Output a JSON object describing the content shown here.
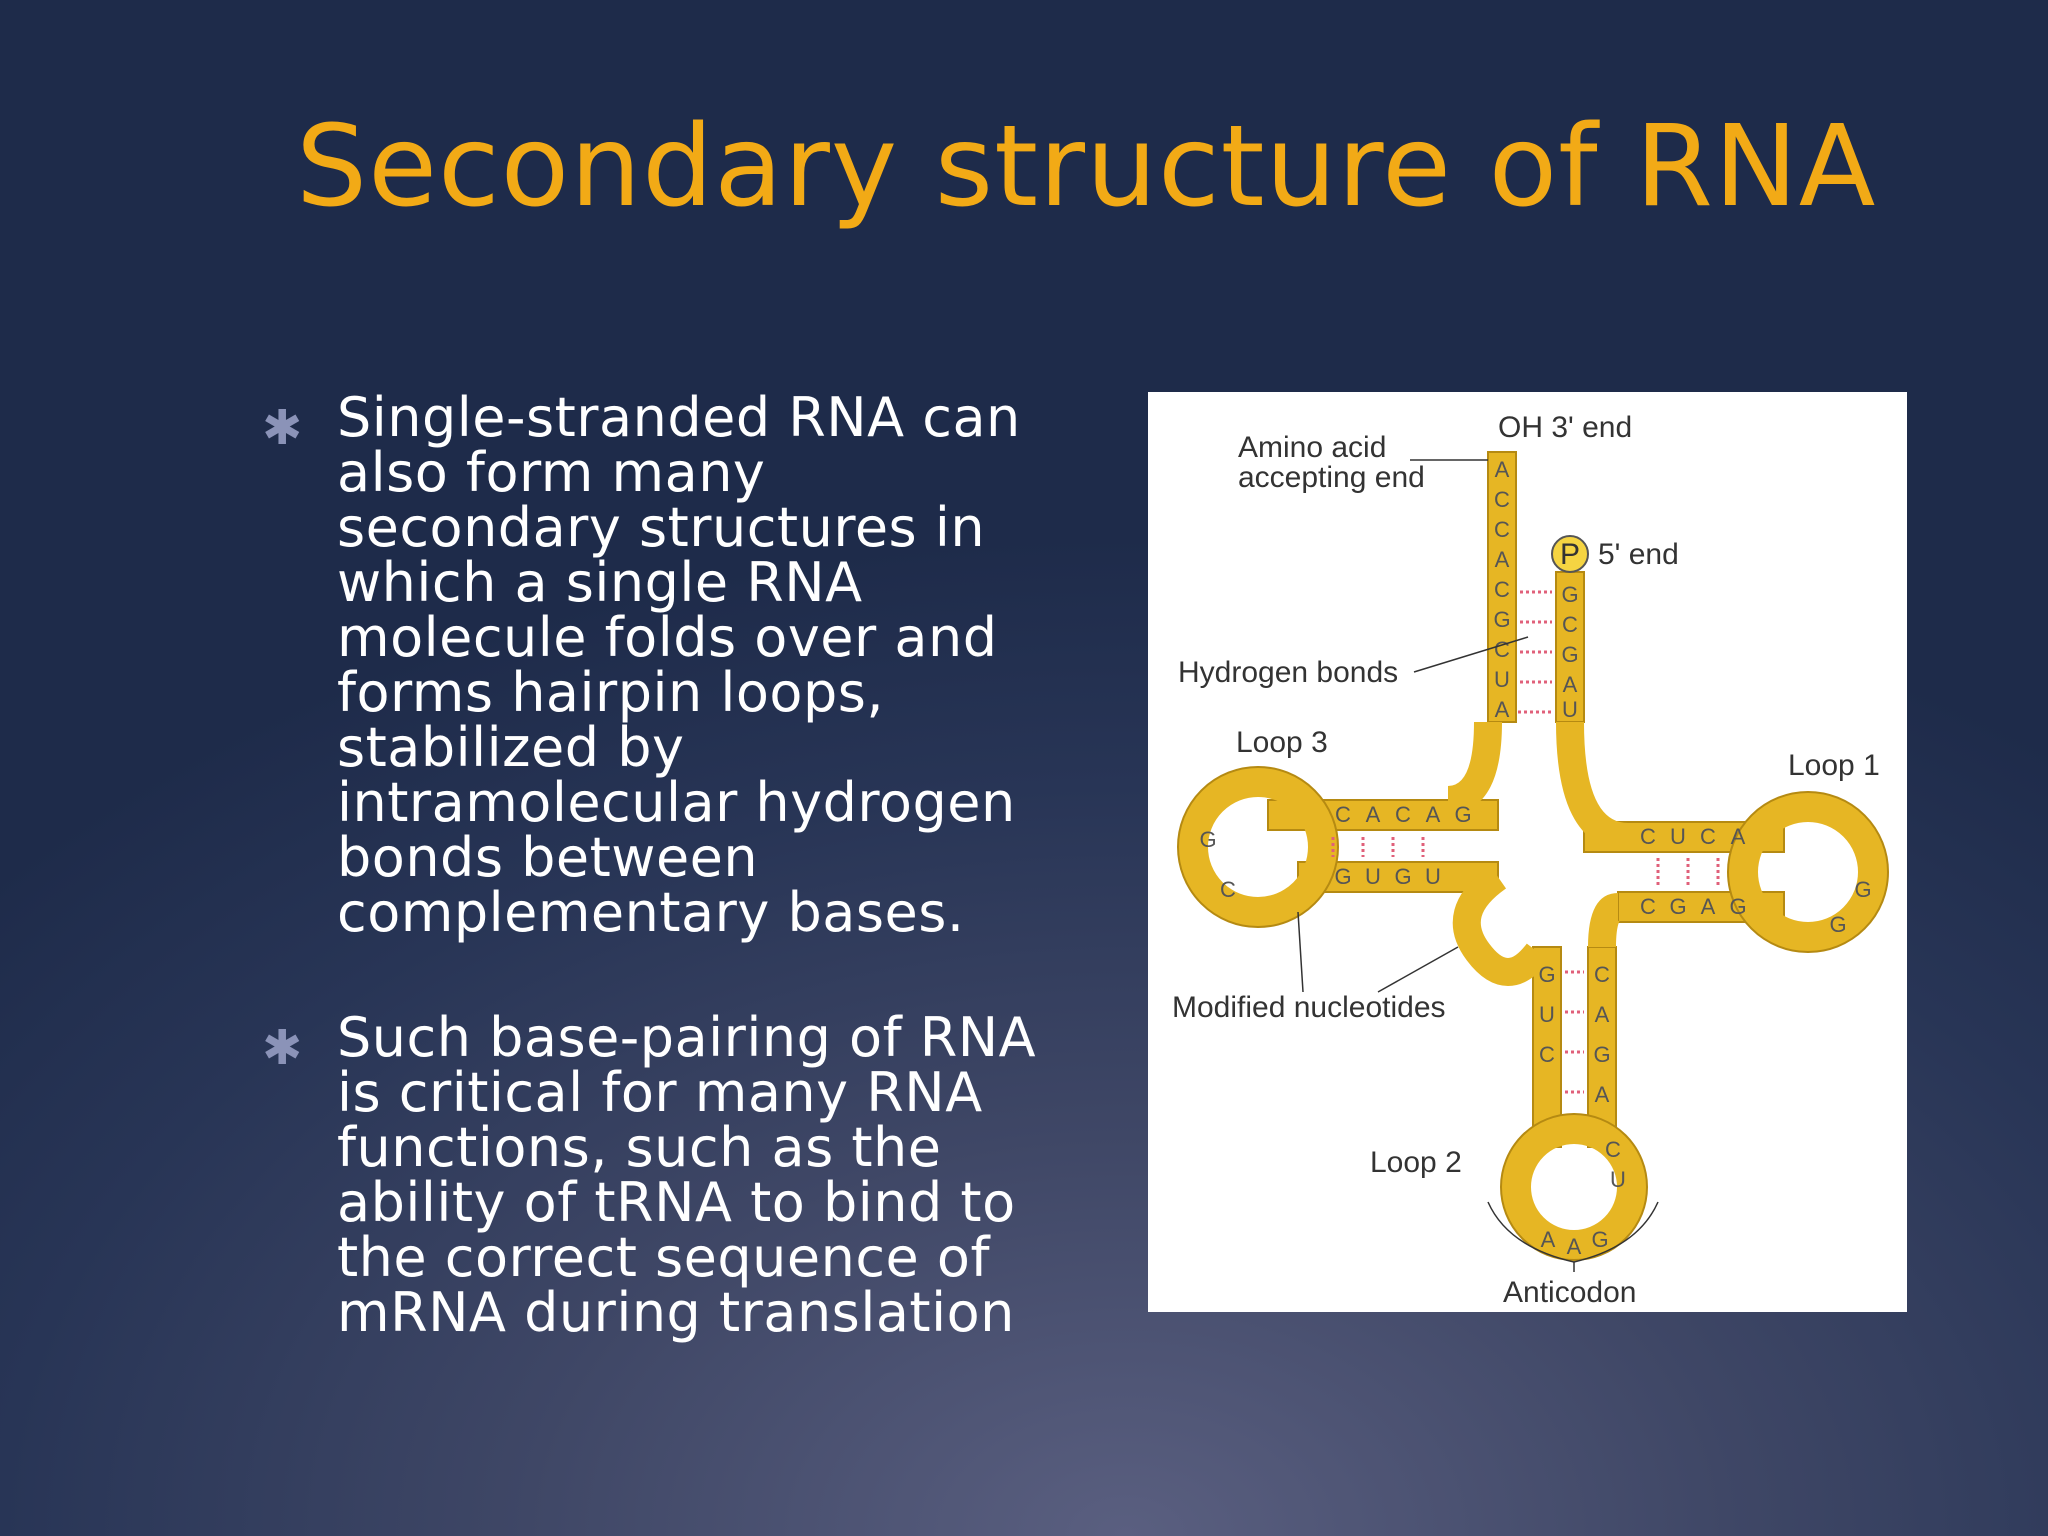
{
  "slide": {
    "title": "Secondary structure of RNA",
    "bullets": [
      "Single-stranded RNA can also form many secondary structures in which a single RNA molecule folds over and forms hairpin loops, stabilized by intramolecular hydrogen bonds between complementary bases.",
      "Such base-pairing of RNA is critical for many RNA functions, such as the ability of tRNA to bind to the correct sequence of mRNA during translation"
    ],
    "bullet_icon": "asterisk-icon"
  },
  "figure": {
    "labels": {
      "oh_end": "OH 3' end",
      "amino_line1": "Amino acid",
      "amino_line2": "accepting end",
      "phosphate": "P",
      "five_end": "5' end",
      "hbonds": "Hydrogen bonds",
      "loop3": "Loop 3",
      "loop1": "Loop 1",
      "modified": "Modified nucleotides",
      "loop2": "Loop 2",
      "anticodon": "Anticodon"
    },
    "colors": {
      "strand": "#e6b624",
      "strand_dark": "#b58a12",
      "bond": "#e0607a",
      "title": "#f2aa16"
    }
  }
}
